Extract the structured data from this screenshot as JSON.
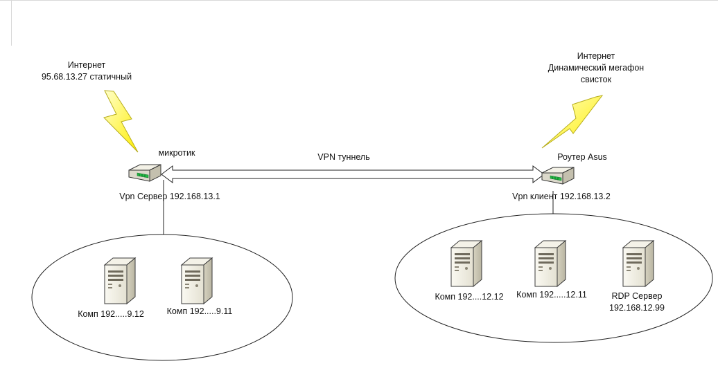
{
  "left_site": {
    "internet_line1": "Интернет",
    "internet_line2": "95.68.13.27 статичный",
    "router_name": "микротик",
    "router_role": "Vpn Сервер 192.168.13.1",
    "pc1": "Комп 192.....9.12",
    "pc2": "Комп 192.....9.11"
  },
  "tunnel": {
    "label": "VPN туннель"
  },
  "right_site": {
    "internet_line1": "Интернет",
    "internet_line2": "Динамический мегафон",
    "internet_line3": "свисток",
    "router_name": "Роутер Asus",
    "router_role": "Vpn клиент 192.168.13.2",
    "pc1": "Комп 192....12.12",
    "pc2": "Комп 192.....12.11",
    "rdp_line1": "RDP Сервер",
    "rdp_line2": "192.168.12.99"
  },
  "colors": {
    "lightning": "#ffff33",
    "server_body": "#ece9dc",
    "router_led": "#22bb44",
    "line": "#222222"
  }
}
